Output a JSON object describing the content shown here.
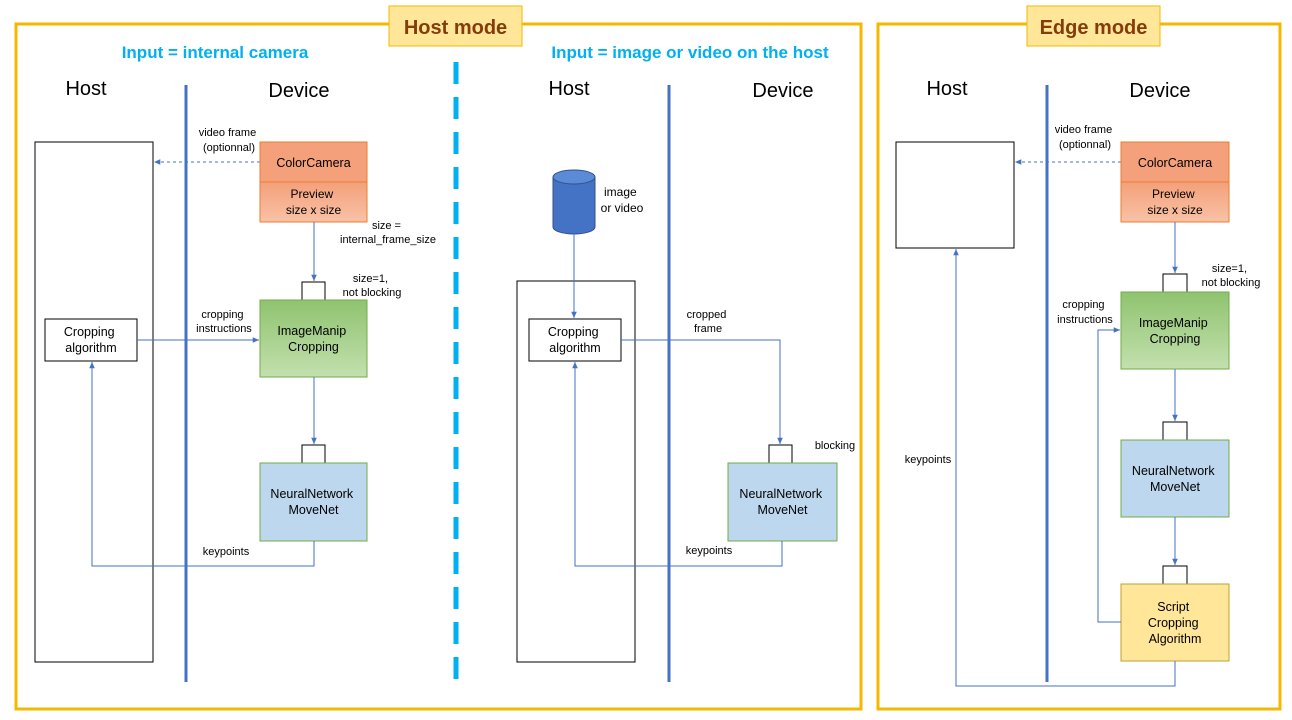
{
  "host_mode": {
    "title": "Host mode",
    "left": {
      "subtitle": "Input = internal camera",
      "host_label": "Host",
      "device_label": "Device",
      "video_frame_label": [
        "video frame",
        "(optionnal)"
      ],
      "color_camera": "ColorCamera",
      "preview": [
        "Preview",
        "size x size"
      ],
      "size_label": [
        "size =",
        "internal_frame_size"
      ],
      "queue_label": [
        "size=1,",
        "not blocking"
      ],
      "cropping_instructions_label": [
        "cropping",
        "instructions"
      ],
      "image_manip": [
        "ImageManip",
        "Cropping"
      ],
      "cropping_algorithm": [
        "Cropping",
        "algorithm"
      ],
      "neural_network": [
        "NeuralNetwork",
        "MoveNet"
      ],
      "keypoints_label": "keypoints"
    },
    "right": {
      "subtitle": "Input = image or video on the host",
      "host_label": "Host",
      "device_label": "Device",
      "storage_label": [
        "image",
        "or video"
      ],
      "cropping_algorithm": [
        "Cropping",
        "algorithm"
      ],
      "cropped_frame_label": [
        "cropped",
        "frame"
      ],
      "blocking_label": "blocking",
      "neural_network": [
        "NeuralNetwork",
        "MoveNet"
      ],
      "keypoints_label": "keypoints"
    }
  },
  "edge_mode": {
    "title": "Edge mode",
    "host_label": "Host",
    "device_label": "Device",
    "video_frame_label": [
      "video frame",
      "(optionnal)"
    ],
    "color_camera": "ColorCamera",
    "preview": [
      "Preview",
      "size x size"
    ],
    "queue_label": [
      "size=1,",
      "not blocking"
    ],
    "cropping_instructions_label": [
      "cropping",
      "instructions"
    ],
    "image_manip": [
      "ImageManip",
      "Cropping"
    ],
    "neural_network": [
      "NeuralNetwork",
      "MoveNet"
    ],
    "script": [
      "Script",
      "Cropping",
      "Algorithm"
    ],
    "keypoints_label": "keypoints"
  },
  "colors": {
    "frame_border": "#F5B800",
    "title_fill": "#FFE699",
    "title_text": "#843C0C",
    "subtitle_text": "#00B0F0",
    "device_line": "#4472C4",
    "arrow": "#4472C4",
    "camera_fill": "#F4A582",
    "camera_border": "#ED7D31",
    "manip_fill": "#A9D08E",
    "manip_border": "#70AD47",
    "nn_fill": "#BDD7EE",
    "nn_border": "#70AD47",
    "script_fill": "#FFE699",
    "script_border": "#BFA030",
    "storage_fill": "#4472C4"
  }
}
